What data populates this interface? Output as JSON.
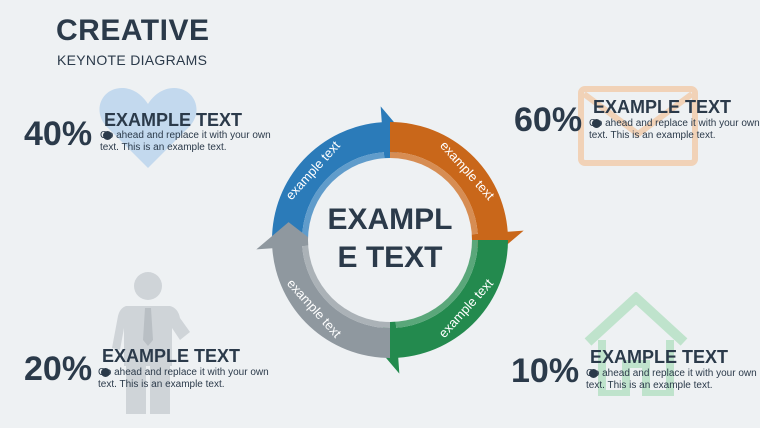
{
  "header": {
    "title": "CREATIVE",
    "subtitle": "KEYNOTE DIAGRAMS"
  },
  "diagram": {
    "center_line1": "EXAMPL",
    "center_line2": "E TEXT",
    "segments": [
      {
        "label": "example text",
        "color": "#2b7bb9"
      },
      {
        "label": "example text",
        "color": "#c9671a"
      },
      {
        "label": "example text",
        "color": "#238a4e"
      },
      {
        "label": "example text",
        "color": "#8f989f"
      }
    ]
  },
  "blocks": {
    "top_left": {
      "percent": "40%",
      "title": "EXAMPLE TEXT",
      "text": "Go ahead and replace it with your own text. This is an example text.",
      "icon": "heart-icon"
    },
    "top_right": {
      "percent": "60%",
      "title": "EXAMPLE TEXT",
      "text": "Go ahead and replace it with your own text. This is an example text.",
      "icon": "envelope-icon"
    },
    "bottom_left": {
      "percent": "20%",
      "title": "EXAMPLE TEXT",
      "text": "Go ahead and replace it with your own text. This is an example text.",
      "icon": "businessman-icon"
    },
    "bottom_right": {
      "percent": "10%",
      "title": "EXAMPLE TEXT",
      "text": "Go ahead and replace it with your own text. This is an example text.",
      "icon": "house-icon"
    }
  }
}
